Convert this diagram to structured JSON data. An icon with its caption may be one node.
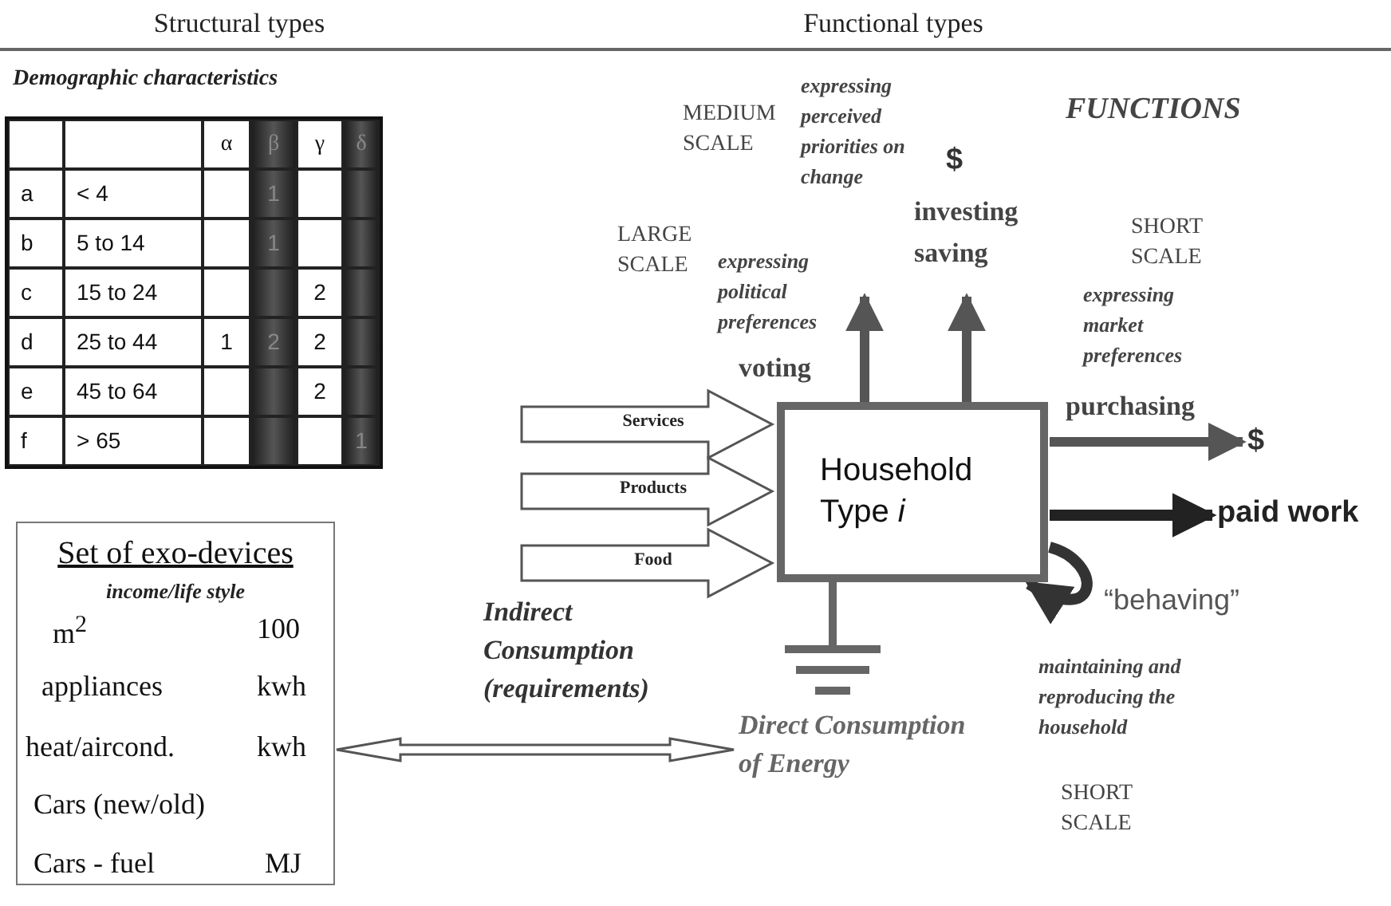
{
  "diagram": {
    "nodes": [
      {
        "text": [
          "Household Type *i*"
        ]
      },
      {
        "text": [
          "Set of exo-devices",
          "income/life style",
          "m$^{2}$",
          "100",
          "appliances",
          "kwh",
          "heat/aircond.",
          "kwh",
          "Cars (new/old)",
          "Cars - fuel",
          "MJ"
        ]
      },
      {
        "text": [
          "Direct Consumption of Energy"
        ]
      },
      {
        "text": [
          "paid work"
        ]
      },
      {
        "text": [
          "$"
        ]
      }
    ],
    "edges": [
      {
        "from": null,
        "to": 0,
        "arrow": "to",
        "label": "Services"
      },
      {
        "from": null,
        "to": 0,
        "arrow": "to",
        "label": "Products"
      },
      {
        "from": null,
        "to": 0,
        "arrow": "to",
        "label": "Food"
      },
      {
        "from": 0,
        "to": null,
        "arrow": "to",
        "label": "voting"
      },
      {
        "from": 0,
        "to": null,
        "arrow": "to",
        "label": "investing saving"
      },
      {
        "from": 0,
        "to": 4,
        "arrow": "to",
        "label": "purchasing"
      },
      {
        "from": 0,
        "to": 3,
        "arrow": "to",
        "color": "#222222"
      },
      {
        "from": 1,
        "to": 2,
        "arrow": "both"
      },
      {
        "from": 0,
        "to": 0,
        "arrow": "to",
        "label": "“behaving”",
        "color": "#333333"
      }
    ],
    "labels": [
      "Structural types",
      "Functional types",
      "Demographic characteristics",
      "α",
      "β",
      "γ",
      "δ",
      "a",
      "< 4",
      "1",
      "b",
      "5 to 14",
      "1",
      "c",
      "15 to 24",
      "2",
      "d",
      "25 to 44",
      "1",
      "2",
      "2",
      "e",
      "45 to 64",
      "2",
      "f",
      "> 65",
      "1",
      "FUNCTIONS",
      "MEDIUM SCALE",
      "expressing perceived priorities on change",
      "$",
      "LARGE SCALE",
      "expressing political preferences",
      "SHORT SCALE",
      "expressing market preferences",
      "Indirect Consumption (requirements)",
      "maintaining and reproducing the household",
      "SHORT SCALE"
    ]
  }
}
